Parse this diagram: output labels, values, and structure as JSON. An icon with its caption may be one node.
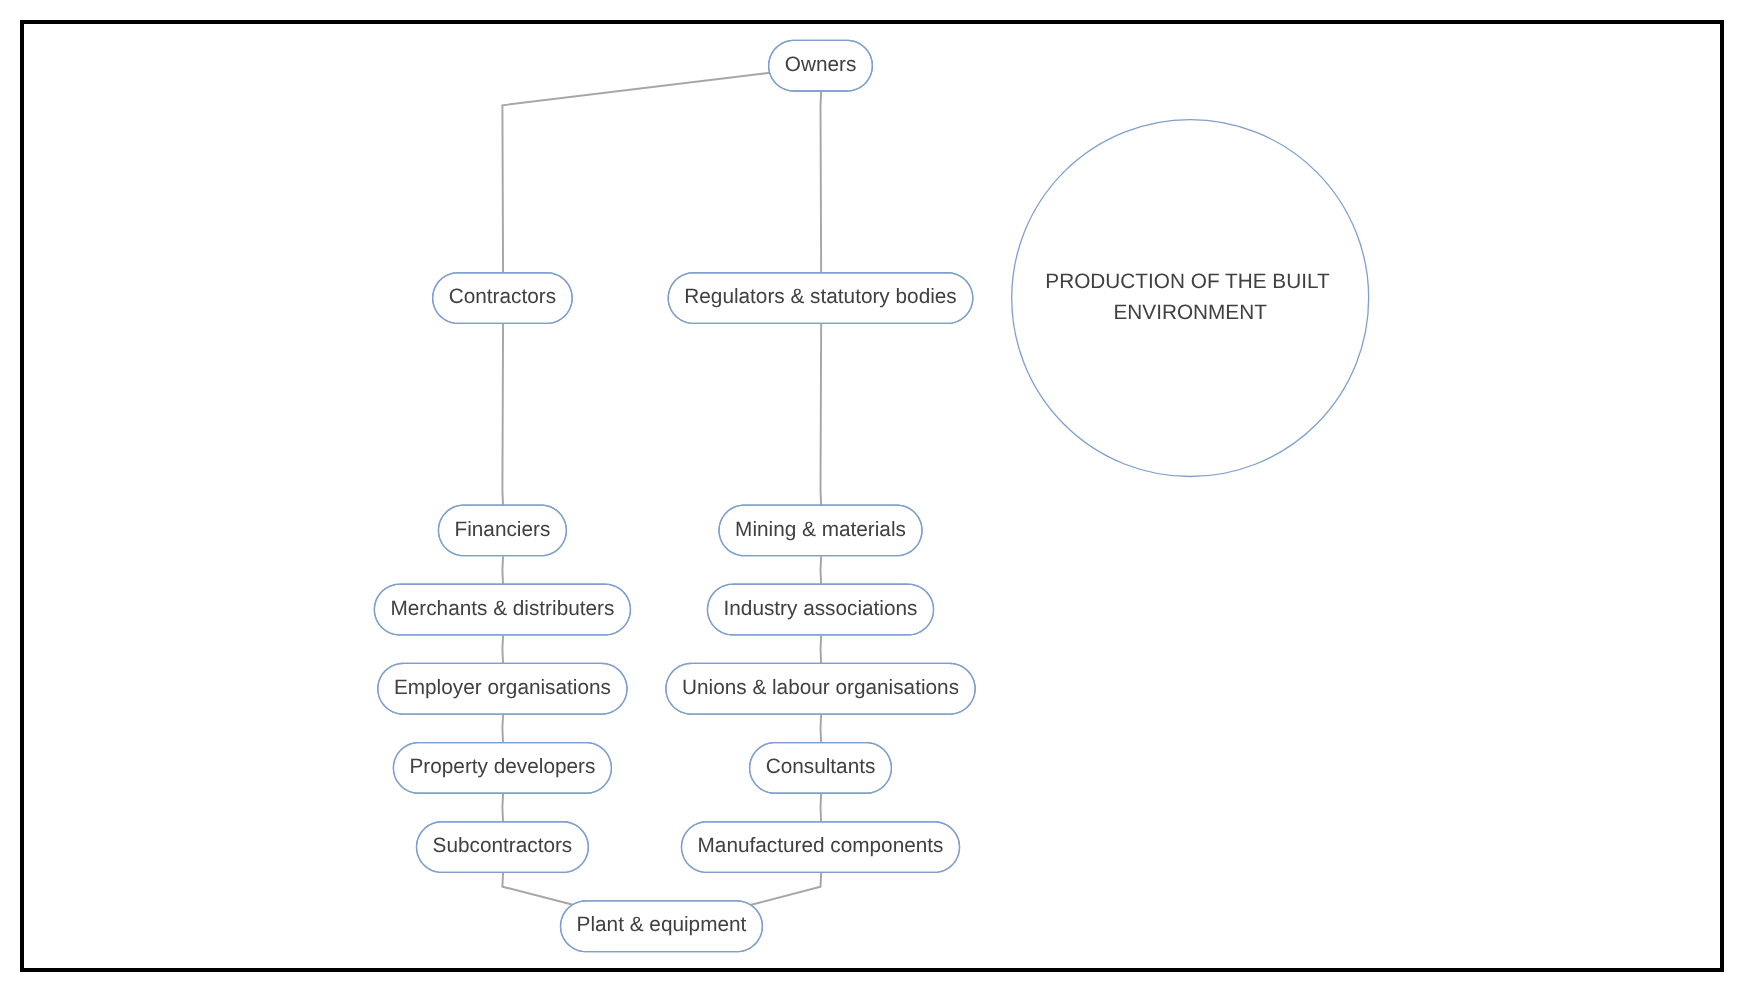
{
  "diagram": {
    "nodes": [
      {
        "text": [
          "Owners"
        ]
      },
      {
        "text": [
          "Contractors"
        ]
      },
      {
        "text": [
          "Financiers"
        ]
      },
      {
        "text": [
          "Merchants & distributers"
        ]
      },
      {
        "text": [
          "Employer organisations"
        ]
      },
      {
        "text": [
          "Property developers"
        ]
      },
      {
        "text": [
          "Subcontractors"
        ]
      },
      {
        "text": [
          "Plant & equipment"
        ]
      },
      {
        "text": [
          "Manufactured components"
        ]
      },
      {
        "text": [
          "Consultants"
        ]
      },
      {
        "text": [
          "Unions & labour organisations"
        ]
      },
      {
        "text": [
          "Industry associations"
        ]
      },
      {
        "text": [
          "Mining & materials"
        ]
      },
      {
        "text": [
          "Regulators & statutory bodies"
        ]
      },
      {
        "text": [
          "PRODUCTION OF THE BUILT ENVIRONMENT"
        ]
      }
    ],
    "edges": [
      {
        "from": 0,
        "to": 1,
        "arrow": "none"
      },
      {
        "from": 1,
        "to": 2,
        "arrow": "none"
      },
      {
        "from": 2,
        "to": 3,
        "arrow": "none"
      },
      {
        "from": 3,
        "to": 4,
        "arrow": "none"
      },
      {
        "from": 4,
        "to": 5,
        "arrow": "none"
      },
      {
        "from": 5,
        "to": 6,
        "arrow": "none"
      },
      {
        "from": 6,
        "to": 7,
        "arrow": "none"
      },
      {
        "from": 0,
        "to": 13,
        "arrow": "none"
      },
      {
        "from": 13,
        "to": 12,
        "arrow": "none"
      },
      {
        "from": 12,
        "to": 11,
        "arrow": "none"
      },
      {
        "from": 11,
        "to": 10,
        "arrow": "none"
      },
      {
        "from": 10,
        "to": 9,
        "arrow": "none"
      },
      {
        "from": 9,
        "to": 8,
        "arrow": "none"
      },
      {
        "from": 8,
        "to": 7,
        "arrow": "none"
      }
    ]
  }
}
